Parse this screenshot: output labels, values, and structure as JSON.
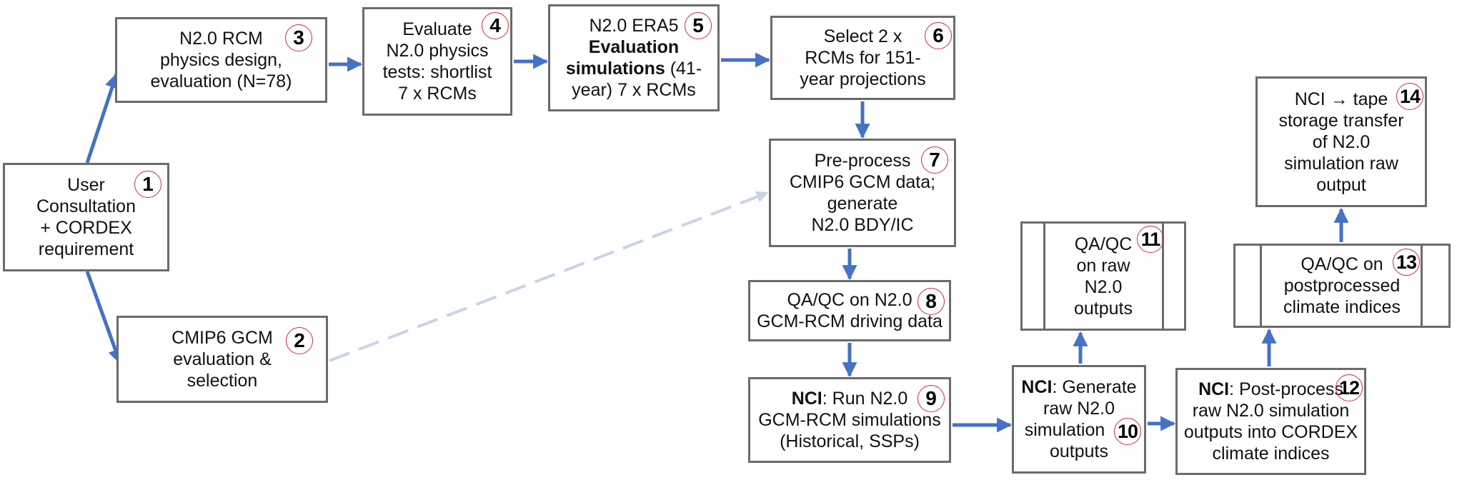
{
  "colors": {
    "arrow": "#4472c4",
    "dashed_arrow": "#c9d3e8",
    "box_border": "#6b6b6b",
    "badge_ring": "#c8303a"
  },
  "nodes": [
    {
      "id": 1,
      "badge": "1",
      "lines": [
        {
          "t": "User"
        },
        {
          "t": "Consultation"
        },
        {
          "t": "+ CORDEX"
        },
        {
          "t": "requirement"
        }
      ]
    },
    {
      "id": 2,
      "badge": "2",
      "lines": [
        {
          "t": "CMIP6  GCM"
        },
        {
          "t": "evaluation  &"
        },
        {
          "t": "selection"
        }
      ]
    },
    {
      "id": 3,
      "badge": "3",
      "lines": [
        {
          "t": "N2.0 RCM"
        },
        {
          "t": "physics design,"
        },
        {
          "t": "evaluation  (N=78)"
        }
      ]
    },
    {
      "id": 4,
      "badge": "4",
      "lines": [
        {
          "t": "Evaluate"
        },
        {
          "t": "N2.0 physics"
        },
        {
          "t": "tests: shortlist"
        },
        {
          "t": "7 x RCMs"
        }
      ]
    },
    {
      "id": 5,
      "badge": "5",
      "lines": [
        {
          "t": "N2.0 ERA5"
        },
        {
          "b": "Evaluation"
        },
        {
          "b": "simulations",
          "t": " (41-"
        },
        {
          "t": "year) 7 x RCMs"
        }
      ]
    },
    {
      "id": 6,
      "badge": "6",
      "lines": [
        {
          "t": "Select 2 x"
        },
        {
          "t": "RCMs for 151-"
        },
        {
          "t": "year projections"
        }
      ]
    },
    {
      "id": 7,
      "badge": "7",
      "lines": [
        {
          "t": "Pre-process"
        },
        {
          "t": "CMIP6  GCM data;"
        },
        {
          "t": "generate"
        },
        {
          "t": "N2.0 BDY/IC"
        }
      ]
    },
    {
      "id": 8,
      "badge": "8",
      "lines": [
        {
          "t": "QA/QC on N2.0"
        },
        {
          "t": "GCM-RCM  driving  data"
        }
      ]
    },
    {
      "id": 9,
      "badge": "9",
      "lines": [
        {
          "b": "NCI",
          "t": ": Run N2.0"
        },
        {
          "t": "GCM-RCM simulations"
        },
        {
          "t": "(Historical, SSPs)"
        }
      ]
    },
    {
      "id": 10,
      "badge": "10",
      "lines": [
        {
          "b": "NCI",
          "t": ": Generate"
        },
        {
          "t": "raw N2.0"
        },
        {
          "t": "simulation"
        },
        {
          "t": "outputs"
        }
      ]
    },
    {
      "id": 11,
      "badge": "11",
      "lines": [
        {
          "t": "QA/QC"
        },
        {
          "t": "on raw"
        },
        {
          "t": "N2.0"
        },
        {
          "t": "outputs"
        }
      ]
    },
    {
      "id": 12,
      "badge": "12",
      "lines": [
        {
          "b": "NCI",
          "t": ": Post-process"
        },
        {
          "t": "raw N2.0 simulation"
        },
        {
          "t": "outputs into CORDEX"
        },
        {
          "t": "climate indices"
        }
      ]
    },
    {
      "id": 13,
      "badge": "13",
      "lines": [
        {
          "t": "QA/QC on"
        },
        {
          "t": "postprocessed"
        },
        {
          "t": "climate indices"
        }
      ]
    },
    {
      "id": 14,
      "badge": "14",
      "lines": [
        {
          "t": "NCI → tape"
        },
        {
          "t": "storage transfer"
        },
        {
          "t": "of N2.0"
        },
        {
          "t": "simulation raw"
        },
        {
          "t": "output"
        }
      ]
    }
  ],
  "edges": [
    {
      "from": 1,
      "to": 3,
      "style": "solid"
    },
    {
      "from": 1,
      "to": 2,
      "style": "solid"
    },
    {
      "from": 3,
      "to": 4,
      "style": "solid"
    },
    {
      "from": 4,
      "to": 5,
      "style": "solid"
    },
    {
      "from": 5,
      "to": 6,
      "style": "solid"
    },
    {
      "from": 6,
      "to": 7,
      "style": "solid"
    },
    {
      "from": 2,
      "to": 7,
      "style": "dashed"
    },
    {
      "from": 7,
      "to": 8,
      "style": "solid"
    },
    {
      "from": 8,
      "to": 9,
      "style": "solid"
    },
    {
      "from": 9,
      "to": 10,
      "style": "solid"
    },
    {
      "from": 10,
      "to": 11,
      "style": "solid"
    },
    {
      "from": 10,
      "to": 12,
      "style": "solid"
    },
    {
      "from": 12,
      "to": 13,
      "style": "solid"
    },
    {
      "from": 13,
      "to": 14,
      "style": "solid"
    }
  ]
}
